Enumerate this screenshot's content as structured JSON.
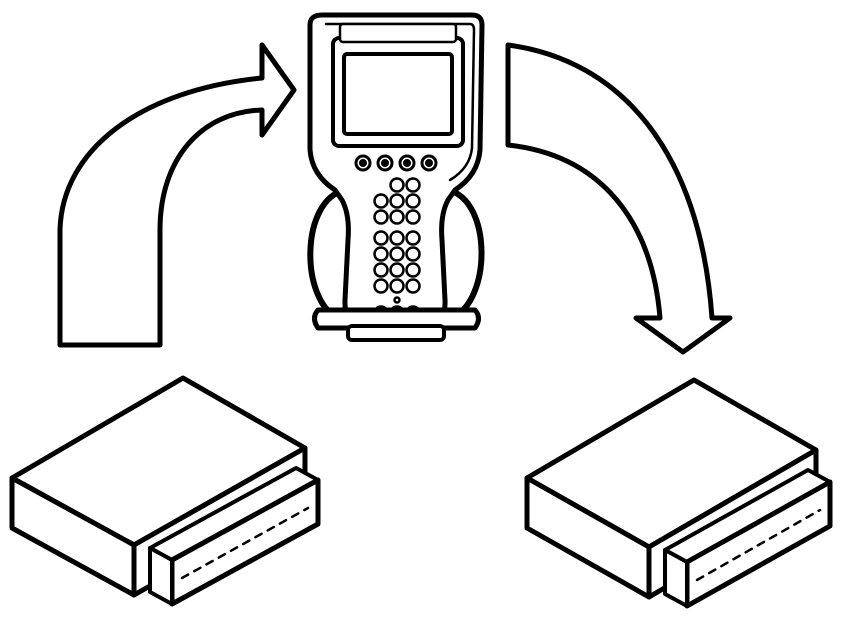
{
  "diagram": {
    "background": "#ffffff",
    "stroke_color": "#000000",
    "fill_color": "#ffffff",
    "nodes": [
      {
        "id": "source-module",
        "kind": "control-module"
      },
      {
        "id": "scan-tool",
        "kind": "handheld-scan-tool"
      },
      {
        "id": "target-module",
        "kind": "control-module"
      }
    ],
    "edges": [
      {
        "from": "source-module",
        "to": "scan-tool",
        "style": "curved-arrow"
      },
      {
        "from": "scan-tool",
        "to": "target-module",
        "style": "curved-arrow"
      }
    ]
  }
}
